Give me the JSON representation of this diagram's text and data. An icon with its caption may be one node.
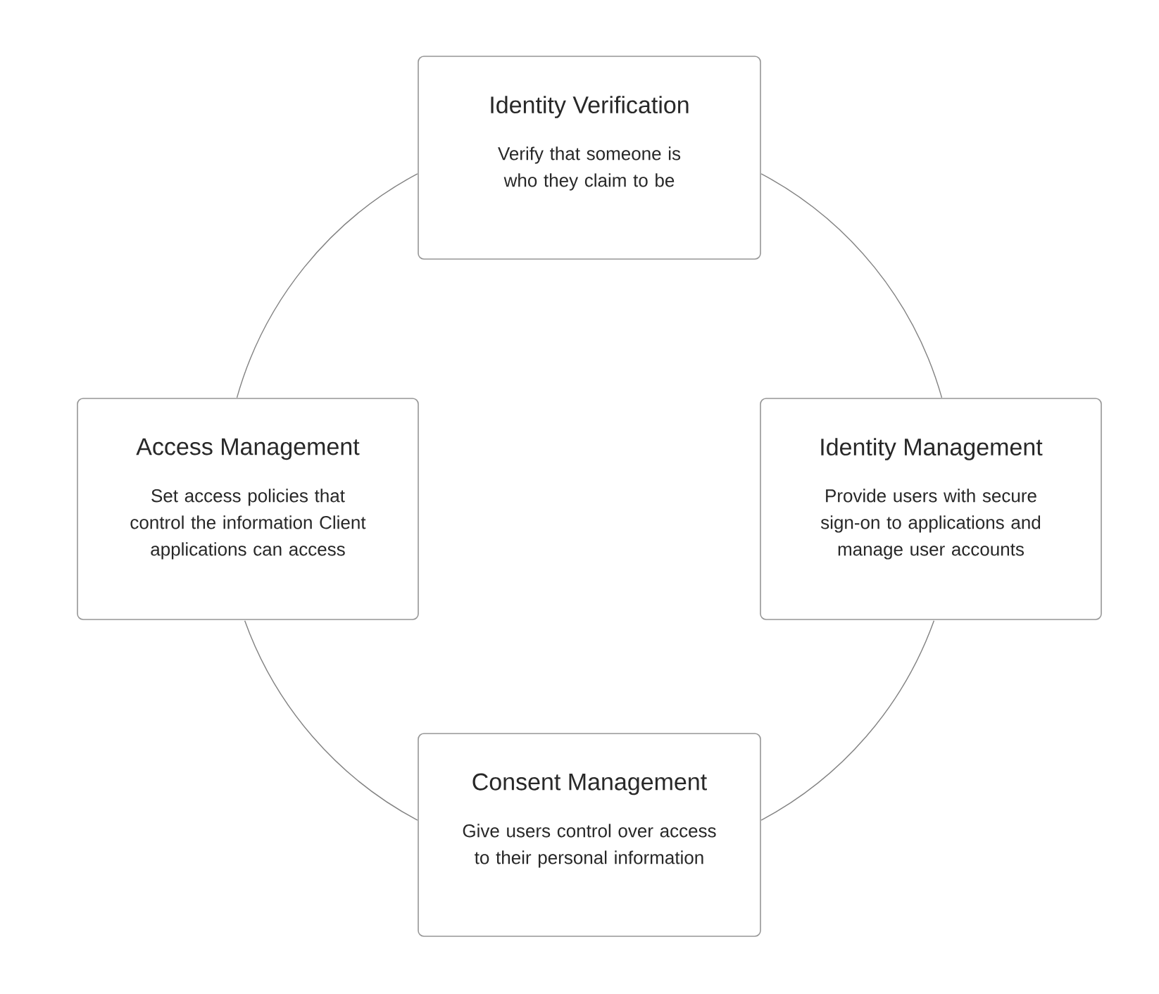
{
  "diagram": {
    "nodes": [
      {
        "text": [
          "Identity Verification",
          "Verify that someone is who they claim to be"
        ]
      },
      {
        "text": [
          "Identity Management",
          "Provide users with secure sign-on to applications and manage user accounts"
        ]
      },
      {
        "text": [
          "Consent Management",
          "Give users control over access to their personal information"
        ]
      },
      {
        "text": [
          "Access Management",
          "Set access policies that control the information Client applications can access"
        ]
      }
    ],
    "edges": [
      {
        "from": 0,
        "to": 1,
        "arrow": "none"
      },
      {
        "from": 1,
        "to": 2,
        "arrow": "none"
      },
      {
        "from": 2,
        "to": 3,
        "arrow": "none"
      },
      {
        "from": 3,
        "to": 0,
        "arrow": "none"
      }
    ]
  }
}
